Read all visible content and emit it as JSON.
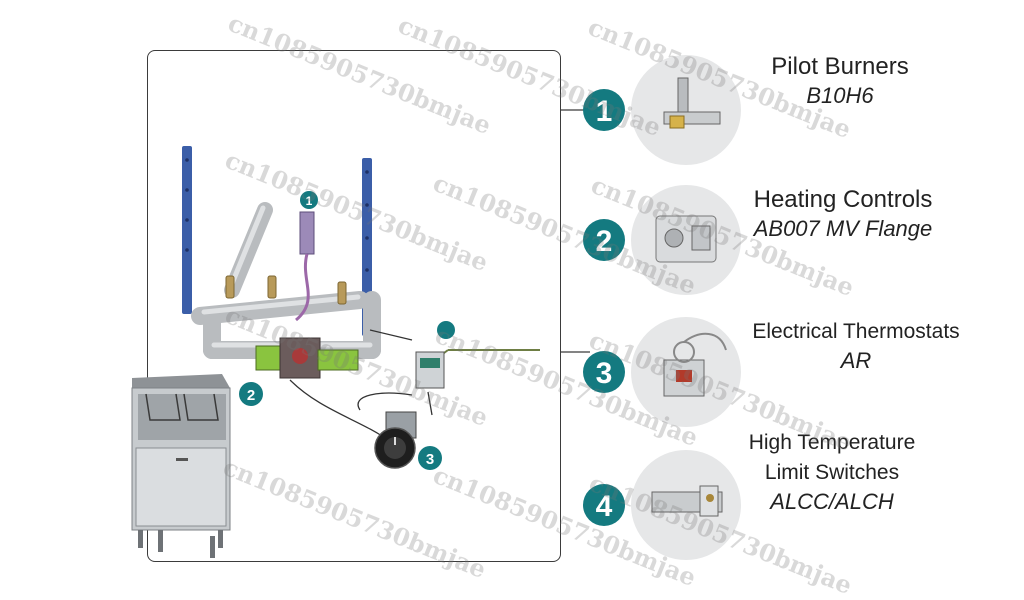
{
  "items": [
    {
      "number": "1",
      "title_lines": [
        "Pilot Burners"
      ],
      "model": "B10H6"
    },
    {
      "number": "2",
      "title_lines": [
        "Heating Controls"
      ],
      "model": "AB007 MV Flange"
    },
    {
      "number": "3",
      "title_lines": [
        "Electrical Thermostats"
      ],
      "model": "AR"
    },
    {
      "number": "4",
      "title_lines": [
        "High Temperature",
        "Limit Switches"
      ],
      "model": "ALCC/ALCH"
    }
  ],
  "diagram_markers": [
    "1",
    "2",
    "3"
  ],
  "watermark_text": "cn1085905730bmjae",
  "colors": {
    "teal": "#147a80",
    "frame": "#3b3b3b",
    "rail": "#3b5ea8",
    "pipe": "#b9bcbf",
    "circle_bg": "#e6e7e8",
    "line_light": "#9fd3d8"
  }
}
